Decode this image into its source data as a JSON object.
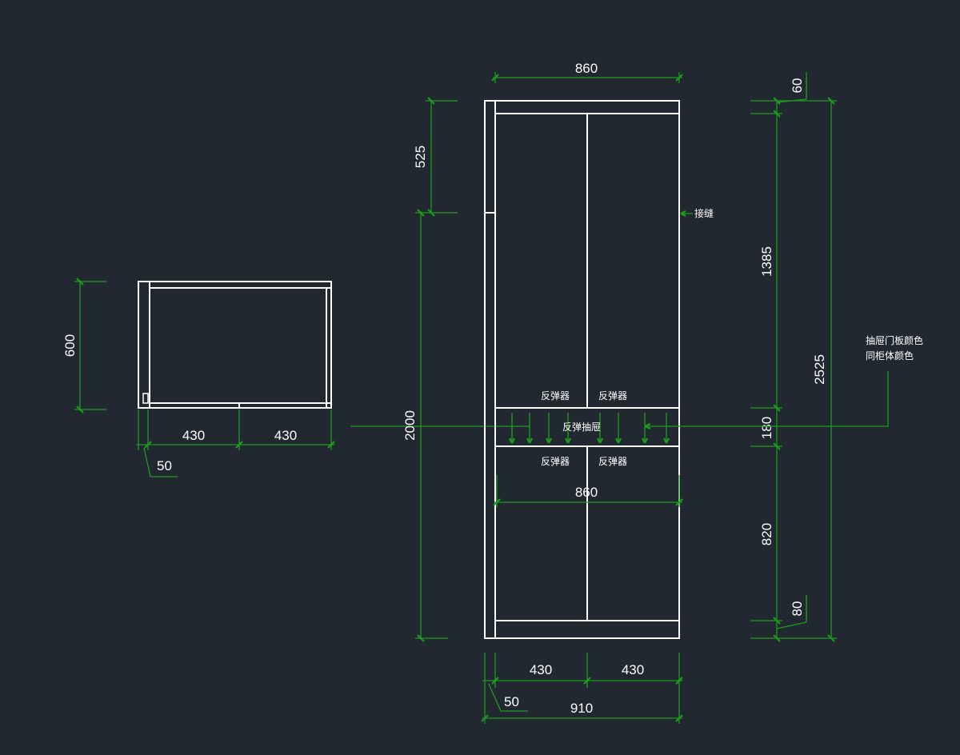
{
  "colors": {
    "background": "#212830",
    "geometry": "#ffffff",
    "dimension": "#1f9b1f"
  },
  "plan": {
    "depth": "600",
    "widths": [
      "430",
      "430"
    ],
    "side": "50"
  },
  "elevation": {
    "top_width": "860",
    "top_section": "525",
    "lower_height": "2000",
    "lower_width": "860",
    "bottom_widths": [
      "430",
      "430"
    ],
    "side": "50",
    "total_width": "910"
  },
  "right_dims": {
    "top": "60",
    "upper": "1385",
    "drawer": "180",
    "lower": "820",
    "bottom": "80",
    "total": "2525"
  },
  "labels": {
    "seam": "接缝",
    "rebound": "反弹器",
    "rebound_drawer": "反弹抽屉",
    "note_line1": "抽屉门板颜色",
    "note_line2": "同柜体颜色"
  }
}
